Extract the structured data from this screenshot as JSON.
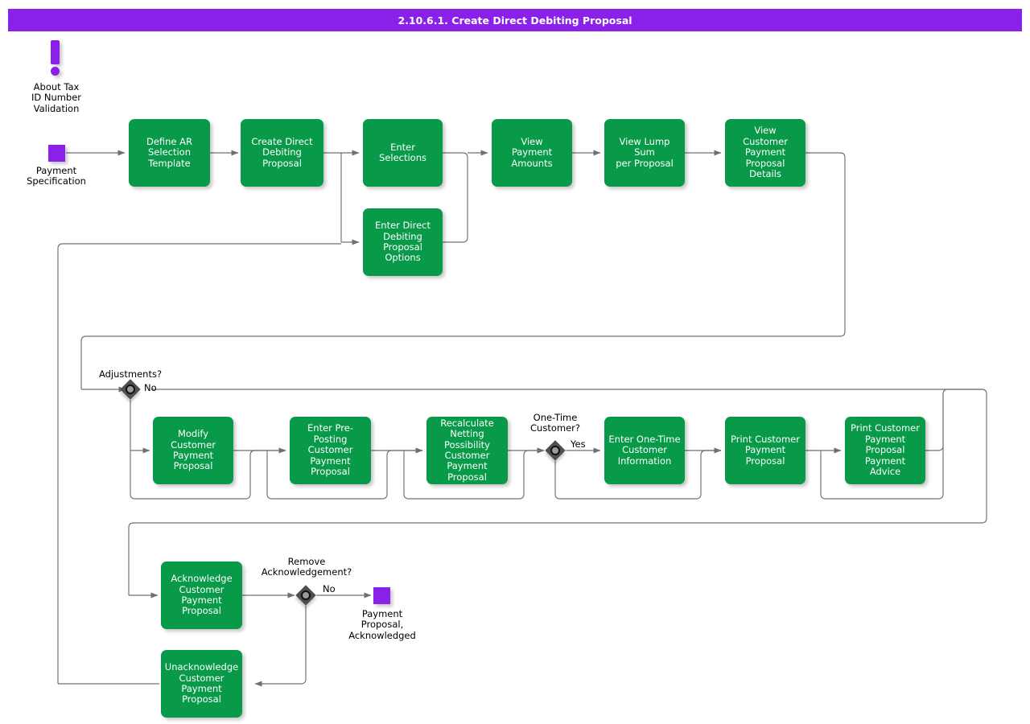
{
  "header": {
    "title": "2.10.6.1. Create Direct Debiting Proposal",
    "bar_color": "#8A21E8",
    "text_color": "#FFFFFF"
  },
  "theme": {
    "activity_fill": "#089949",
    "activity_text": "#FFFFFF",
    "marker_fill": "#8A21E8",
    "decision_fill": "#4F4F4F",
    "connector_stroke": "#707070",
    "background": "#FFFFFF"
  },
  "note": {
    "icon": "exclamation-mark-icon",
    "label": "About Tax\nID Number\nValidation"
  },
  "markers": [
    {
      "id": "payment-specification",
      "label": "Payment\nSpecification"
    },
    {
      "id": "payment-proposal-acknowledged",
      "label": "Payment\nProposal,\nAcknowledged"
    }
  ],
  "activities": [
    {
      "id": "define-ar-selection-template",
      "label": "Define AR\nSelection\nTemplate"
    },
    {
      "id": "create-direct-debiting-proposal",
      "label": "Create Direct\nDebiting Proposal"
    },
    {
      "id": "enter-selections",
      "label": "Enter Selections"
    },
    {
      "id": "enter-direct-debiting-proposal-options",
      "label": "Enter Direct\nDebiting\nProposal\nOptions"
    },
    {
      "id": "view-payment-amounts",
      "label": "View\nPayment\nAmounts"
    },
    {
      "id": "view-lump-sum-per-proposal",
      "label": "View Lump Sum\nper Proposal"
    },
    {
      "id": "view-customer-payment-proposal-details",
      "label": "View\nCustomer\nPayment\nProposal\nDetails"
    },
    {
      "id": "modify-customer-payment-proposal",
      "label": "Modify\nCustomer\nPayment\nProposal"
    },
    {
      "id": "enter-pre-posting-customer-payment-proposal",
      "label": "Enter Pre-\nPosting\nCustomer\nPayment\nProposal"
    },
    {
      "id": "recalculate-netting-possibility-customer-payment-proposal",
      "label": "Recalculate\nNetting\nPossibility\nCustomer\nPayment\nProposal"
    },
    {
      "id": "enter-one-time-customer-information",
      "label": "Enter One-Time\nCustomer\nInformation"
    },
    {
      "id": "print-customer-payment-proposal",
      "label": "Print Customer\nPayment\nProposal"
    },
    {
      "id": "print-customer-payment-proposal-payment-advice",
      "label": "Print Customer\nPayment\nProposal\nPayment Advice"
    },
    {
      "id": "acknowledge-customer-payment-proposal",
      "label": "Acknowledge\nCustomer\nPayment\nProposal"
    },
    {
      "id": "unacknowledge-customer-payment-proposal",
      "label": "Unacknowledge\nCustomer\nPayment\nProposal"
    }
  ],
  "decisions": [
    {
      "id": "adjustments",
      "label": "Adjustments?",
      "branch_label": "No"
    },
    {
      "id": "one-time-customer",
      "label": "One-Time\nCustomer?",
      "branch_label": "Yes"
    },
    {
      "id": "remove-acknowledgement",
      "label": "Remove\nAcknowledgement?",
      "branch_label": "No"
    }
  ]
}
